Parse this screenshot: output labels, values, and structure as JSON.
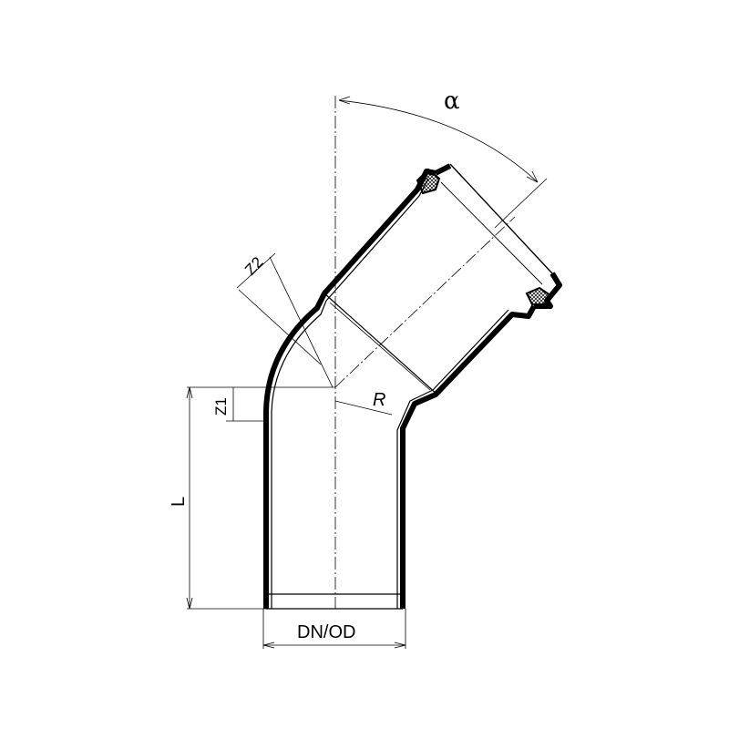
{
  "labels": {
    "alpha": "α",
    "z2": "Z2",
    "z1": "Z1",
    "r": "R",
    "l": "L",
    "dn_od": "DN/OD"
  },
  "colors": {
    "line": "#000000",
    "background": "#ffffff",
    "seal_hatch": "#000000"
  }
}
